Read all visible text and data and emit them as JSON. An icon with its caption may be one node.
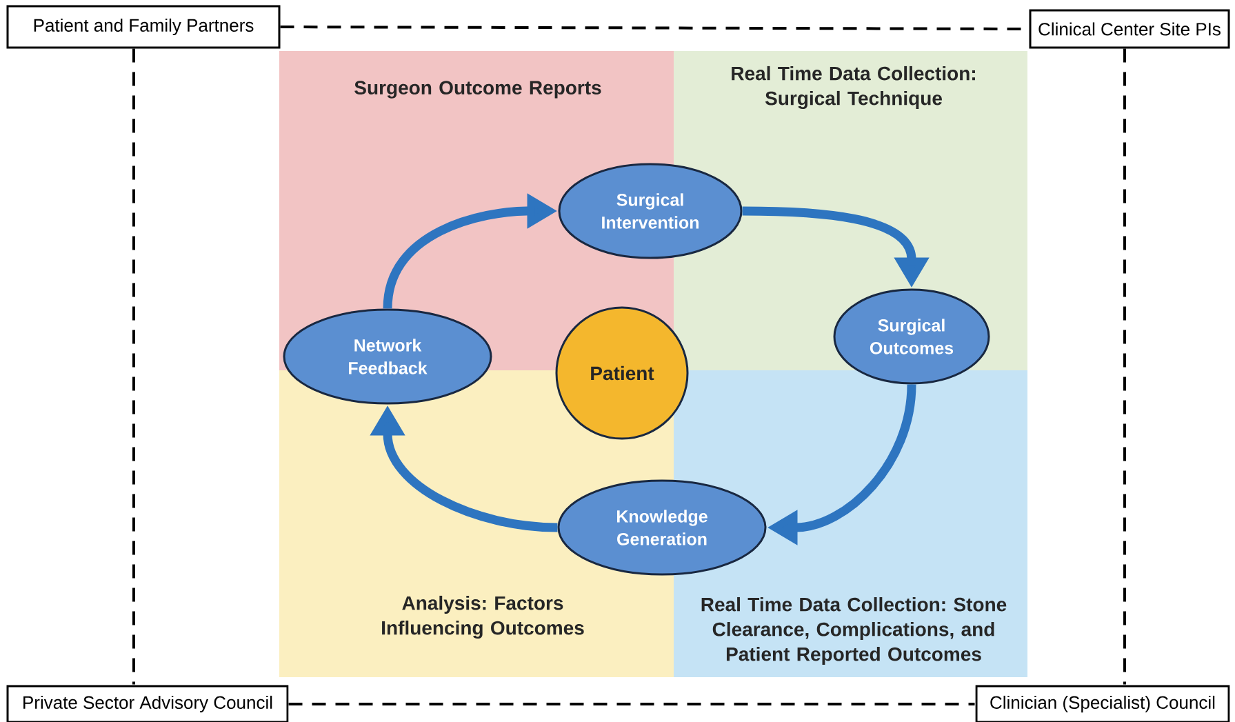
{
  "diagram": {
    "nodes": [
      {
        "text": [
          "Patient and Family Partners"
        ]
      },
      {
        "text": [
          "Clinical Center Site PIs"
        ]
      },
      {
        "text": [
          "Private Sector Advisory Council"
        ]
      },
      {
        "text": [
          "Clinician (Specialist) Council"
        ]
      },
      {
        "text": [
          "Surgical Intervention"
        ]
      },
      {
        "text": [
          "Network Feedback"
        ]
      },
      {
        "text": [
          "Patient"
        ]
      },
      {
        "text": [
          "Surgical Outcomes"
        ]
      },
      {
        "text": [
          "Knowledge Generation"
        ]
      }
    ],
    "edges": [
      {
        "from": 0,
        "to": 1,
        "arrow": "none",
        "style": "dashed"
      },
      {
        "from": 0,
        "to": 2,
        "arrow": "none",
        "style": "dashed"
      },
      {
        "from": 1,
        "to": 3,
        "arrow": "none",
        "style": "dashed"
      },
      {
        "from": 2,
        "to": 3,
        "arrow": "none",
        "style": "dashed"
      },
      {
        "from": 5,
        "to": 4,
        "arrow": "to",
        "style": "thick",
        "color": "#2e75c0"
      },
      {
        "from": 4,
        "to": 7,
        "arrow": "to",
        "style": "thick",
        "color": "#2e75c0"
      },
      {
        "from": 7,
        "to": 8,
        "arrow": "to",
        "style": "thick",
        "color": "#2e75c0"
      },
      {
        "from": 8,
        "to": 5,
        "arrow": "to",
        "style": "thick",
        "color": "#2e75c0"
      }
    ],
    "labels": [
      "Surgeon Outcome Reports",
      "Real Time Data Collection: Surgical Technique",
      "Analysis: Factors Influencing Outcomes",
      "Real Time Data Collection: Stone Clearance, Complications, and Patient Reported Outcomes"
    ]
  }
}
